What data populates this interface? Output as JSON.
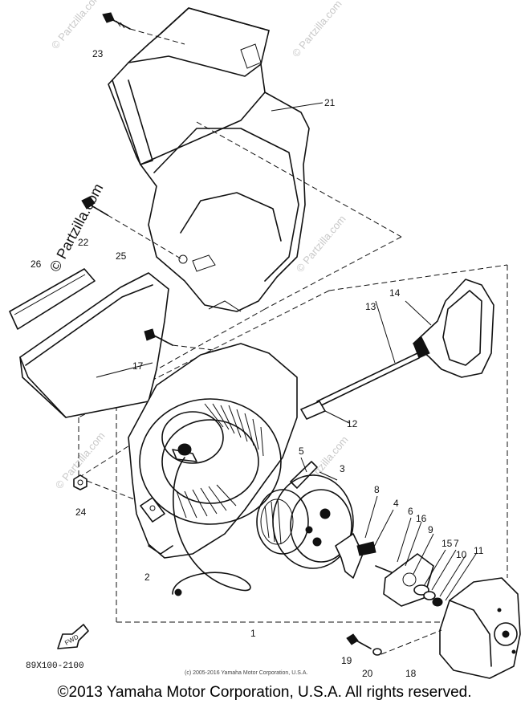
{
  "parts": {
    "p1": "1",
    "p2": "2",
    "p3": "3",
    "p4": "4",
    "p5": "5",
    "p6": "6",
    "p7": "7",
    "p8": "8",
    "p9": "9",
    "p10": "10",
    "p11": "11",
    "p12": "12",
    "p13": "13",
    "p14": "14",
    "p15": "15",
    "p16": "16",
    "p17": "17",
    "p18": "18",
    "p19": "19",
    "p20": "20",
    "p21": "21",
    "p22": "22",
    "p23": "23",
    "p24": "24",
    "p25": "25",
    "p26": "26"
  },
  "diagram_code": "89X100-2100",
  "fwd_label": "FWD",
  "small_copyright": "(c) 2005-2016 Yamaha Motor Corporation, U.S.A.",
  "watermark": "© Partzilla.com",
  "footer": "©2013 Yamaha Motor Corporation, U.S.A. All rights reserved."
}
